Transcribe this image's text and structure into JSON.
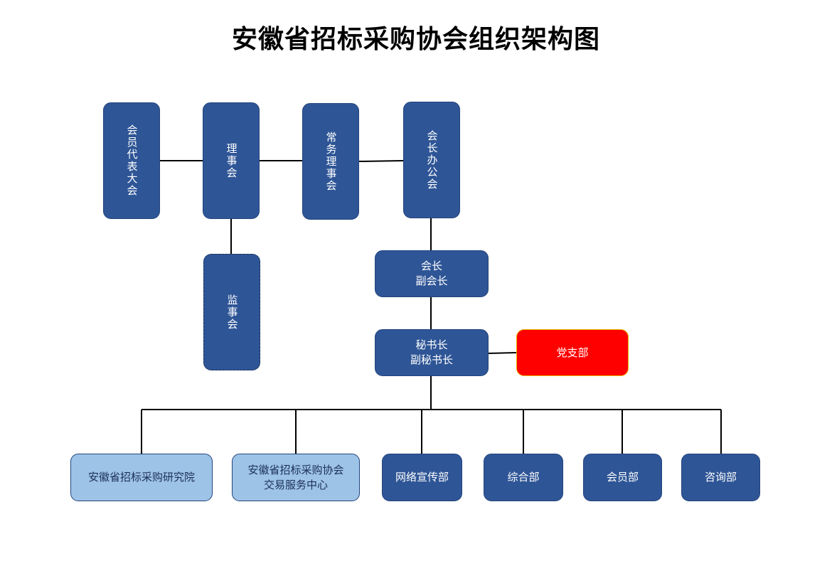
{
  "title": "安徽省招标采购协会组织架构图",
  "nodes": {
    "members_congress": "会员代表大会",
    "council": "理事会",
    "standing_council": "常务理事会",
    "president_office": "会长办公会",
    "supervisory_board": "监事会",
    "president": "会长\n副会长",
    "secretary_general": "秘书长\n副秘书长",
    "party_branch": "党支部",
    "research_institute": "安徽省招标采购研究院",
    "trading_center": "安徽省招标采购协会\n交易服务中心",
    "publicity_dept": "网络宣传部",
    "general_dept": "综合部",
    "member_dept": "会员部",
    "consulting_dept": "咨询部"
  },
  "colors": {
    "primary_box": "#2e5596",
    "light_box": "#9dc3e7",
    "party_box": "#ff0000",
    "line": "#000000"
  }
}
